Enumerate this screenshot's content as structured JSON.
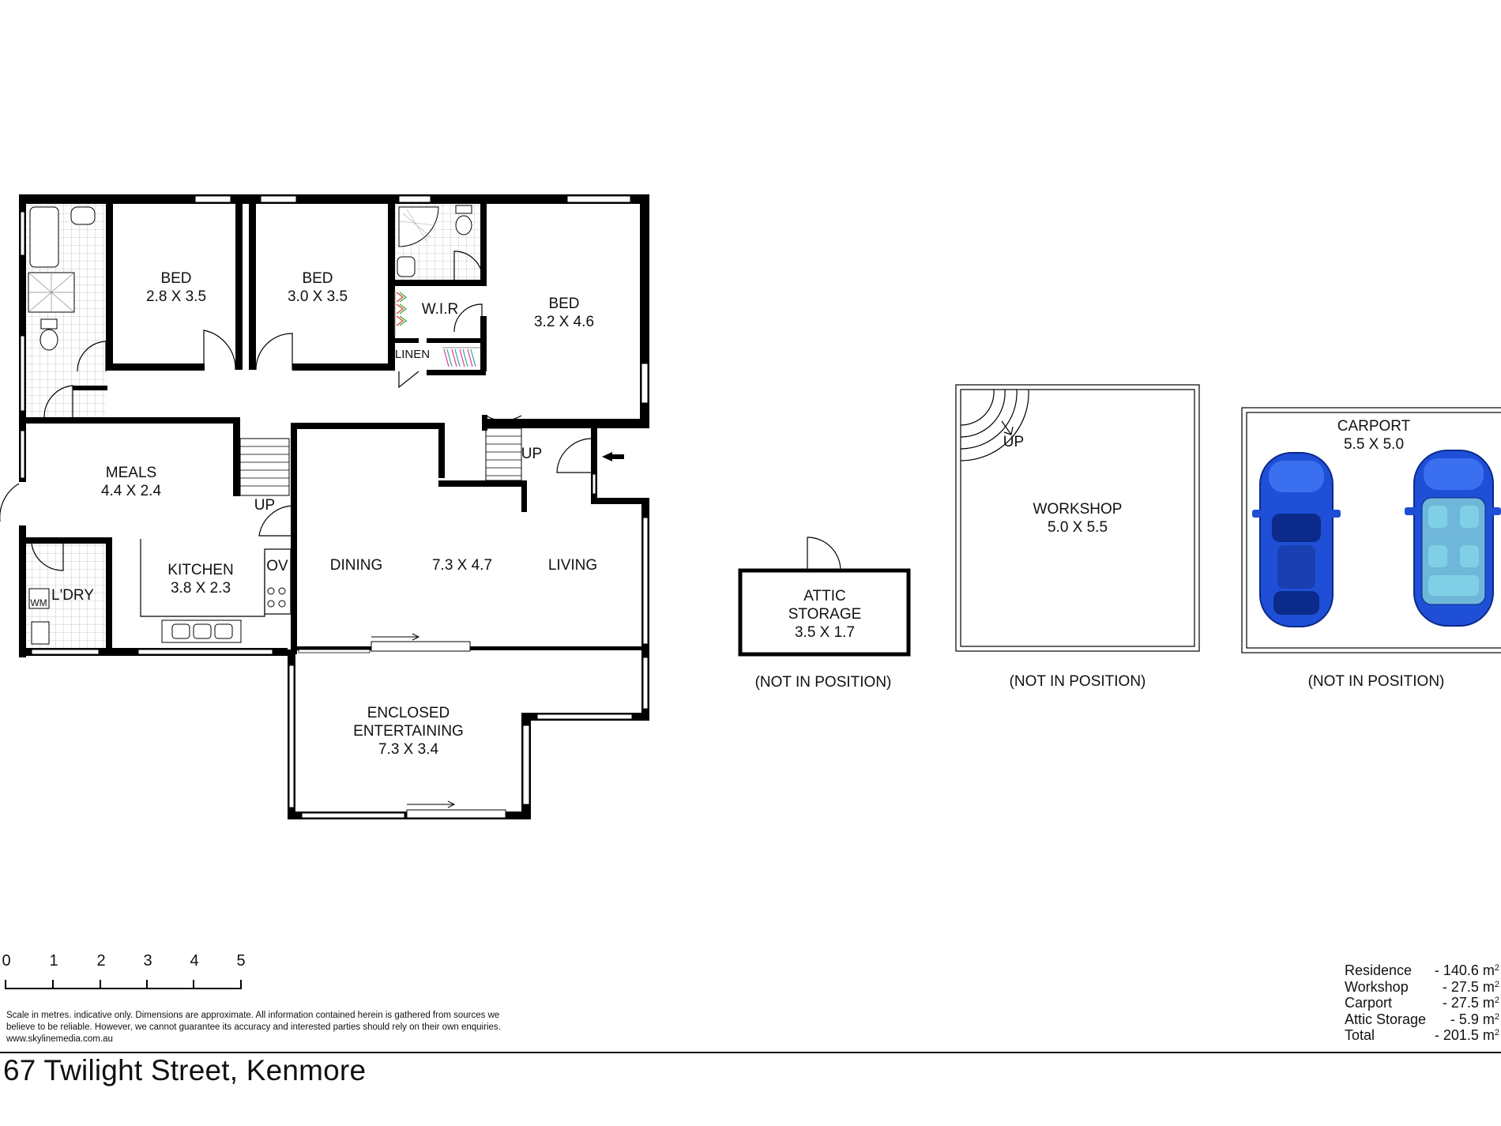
{
  "rooms": {
    "bed1": {
      "name": "BED",
      "size": "2.8 X 3.5"
    },
    "bed2": {
      "name": "BED",
      "size": "3.0 X 3.5"
    },
    "bed3": {
      "name": "BED",
      "size": "3.2 X 4.6"
    },
    "wir": "W.I.R",
    "linen": "LINEN",
    "meals": {
      "name": "MEALS",
      "size": "4.4 X 2.4"
    },
    "kitchen": {
      "name": "KITCHEN",
      "size": "3.8 X 2.3"
    },
    "oven": "OV",
    "laundry": "L'DRY",
    "washing_machine": "WM",
    "dining": "DINING",
    "living_dining_size": "7.3 X 4.7",
    "living": "LIVING",
    "entertaining": {
      "line1": "ENCLOSED",
      "line2": "ENTERTAINING",
      "size": "7.3 X 3.4"
    },
    "up_stairs_1": "UP",
    "up_stairs_2": "UP",
    "attic": {
      "line1": "ATTIC",
      "line2": "STORAGE",
      "size": "3.5 X 1.7",
      "note": "(NOT IN POSITION)"
    },
    "workshop": {
      "name": "WORKSHOP",
      "size": "5.0 X 5.5",
      "stairs": "UP",
      "note": "(NOT IN POSITION)"
    },
    "carport": {
      "name": "CARPORT",
      "size": "5.5 X 5.0",
      "note": "(NOT IN POSITION)"
    }
  },
  "scale": {
    "labels": [
      "0",
      "1",
      "2",
      "3",
      "4",
      "5"
    ]
  },
  "disclaimer": {
    "line1": "Scale in metres. indicative only. Dimensions are approximate. All information contained herein is gathered from sources we",
    "line2": "believe to be reliable. However, we cannot guarantee its accuracy and interested parties should rely on their own enquiries.",
    "line3": "www.skylinemedia.com.au"
  },
  "address": "67 Twilight Street, Kenmore",
  "areas": [
    {
      "label": "Residence",
      "value": "- 140.6 m",
      "unit_sup": "2"
    },
    {
      "label": "Workshop",
      "value": "- 27.5 m",
      "unit_sup": "2"
    },
    {
      "label": "Carport",
      "value": "- 27.5 m",
      "unit_sup": "2"
    },
    {
      "label": "Attic Storage",
      "value": "- 5.9 m",
      "unit_sup": "2"
    },
    {
      "label": "Total",
      "value": "- 201.5 m",
      "unit_sup": "2"
    }
  ],
  "colors": {
    "car_body": "#1f4fd6",
    "car_dark": "#0b2a8a",
    "car_seat": "#7fd0e6",
    "fixtures": "#cfcfcf"
  }
}
